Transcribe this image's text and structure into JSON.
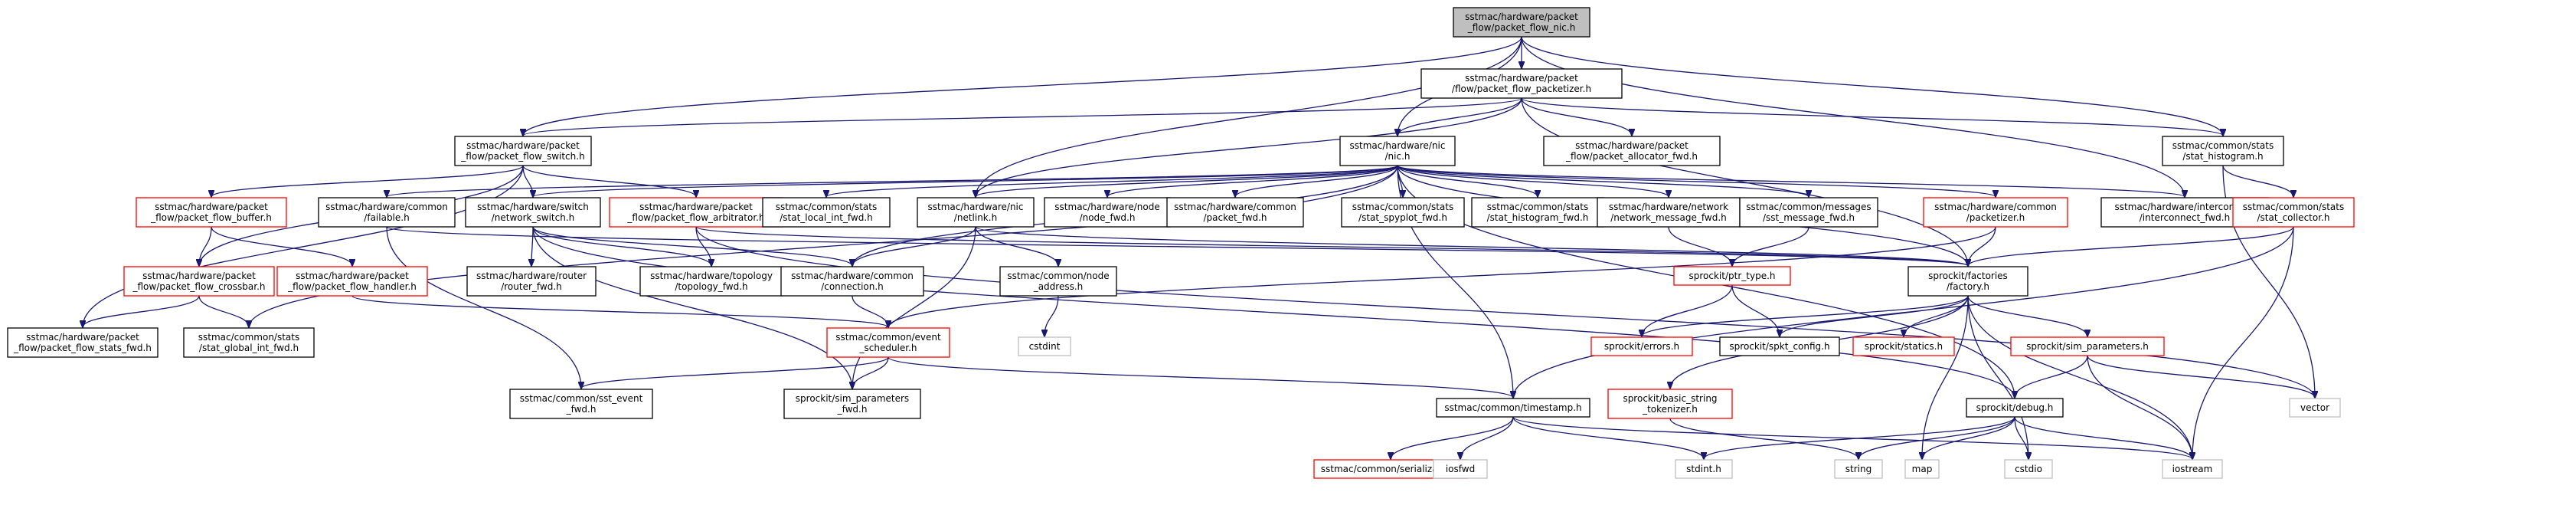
{
  "colors": {
    "edge": "#191970",
    "root_fill": "#bfbfbf",
    "root_border": "#000000",
    "doc_border": "#000000",
    "incomplete_border": "#ff0000",
    "external_border": "#bfbfbf",
    "text": "#000000",
    "background": "#ffffff"
  },
  "nodes": [
    {
      "id": "root",
      "lines": [
        "sstmac/hardware/packet",
        "_flow/packet_flow_nic.h"
      ],
      "kind": "root"
    },
    {
      "id": "pkt",
      "lines": [
        "sstmac/hardware/packet",
        "/flow/packet_flow_packetizer.h"
      ],
      "kind": "doc"
    },
    {
      "id": "sw",
      "lines": [
        "sstmac/hardware/packet",
        "_flow/packet_flow_switch.h"
      ],
      "kind": "doc"
    },
    {
      "id": "nic",
      "lines": [
        "sstmac/hardware/nic",
        "/nic.h"
      ],
      "kind": "doc"
    },
    {
      "id": "alloc",
      "lines": [
        "sstmac/hardware/packet",
        "_flow/packet_allocator_fwd.h"
      ],
      "kind": "doc"
    },
    {
      "id": "hist",
      "lines": [
        "sstmac/common/stats",
        "/stat_histogram.h"
      ],
      "kind": "doc"
    },
    {
      "id": "buf",
      "lines": [
        "sstmac/hardware/packet",
        "_flow/packet_flow_buffer.h"
      ],
      "kind": "incomplete"
    },
    {
      "id": "fail",
      "lines": [
        "sstmac/hardware/common",
        "/failable.h"
      ],
      "kind": "doc"
    },
    {
      "id": "nsw",
      "lines": [
        "sstmac/hardware/switch",
        "/network_switch.h"
      ],
      "kind": "doc"
    },
    {
      "id": "arb",
      "lines": [
        "sstmac/hardware/packet",
        "_flow/packet_flow_arbitrator.h"
      ],
      "kind": "incomplete"
    },
    {
      "id": "sli",
      "lines": [
        "sstmac/common/stats",
        "/stat_local_int_fwd.h"
      ],
      "kind": "doc"
    },
    {
      "id": "netlink",
      "lines": [
        "sstmac/hardware/nic",
        "/netlink.h"
      ],
      "kind": "doc"
    },
    {
      "id": "nodefwd",
      "lines": [
        "sstmac/hardware/node",
        "/node_fwd.h"
      ],
      "kind": "doc"
    },
    {
      "id": "pktfwd",
      "lines": [
        "sstmac/hardware/common",
        "/packet_fwd.h"
      ],
      "kind": "doc"
    },
    {
      "id": "spy",
      "lines": [
        "sstmac/common/stats",
        "/stat_spyplot_fwd.h"
      ],
      "kind": "doc"
    },
    {
      "id": "histfwd",
      "lines": [
        "sstmac/common/stats",
        "/stat_histogram_fwd.h"
      ],
      "kind": "doc"
    },
    {
      "id": "netmsg",
      "lines": [
        "sstmac/hardware/network",
        "/network_message_fwd.h"
      ],
      "kind": "doc"
    },
    {
      "id": "sstmsg",
      "lines": [
        "sstmac/common/messages",
        "/sst_message_fwd.h"
      ],
      "kind": "doc"
    },
    {
      "id": "cpkt",
      "lines": [
        "sstmac/hardware/common",
        "/packetizer.h"
      ],
      "kind": "incomplete"
    },
    {
      "id": "icfwd",
      "lines": [
        "sstmac/hardware/interconnect",
        "/interconnect_fwd.h"
      ],
      "kind": "doc"
    },
    {
      "id": "coll",
      "lines": [
        "sstmac/common/stats",
        "/stat_collector.h"
      ],
      "kind": "incomplete"
    },
    {
      "id": "cross",
      "lines": [
        "sstmac/hardware/packet",
        "_flow/packet_flow_crossbar.h"
      ],
      "kind": "incomplete"
    },
    {
      "id": "handler",
      "lines": [
        "sstmac/hardware/packet",
        "_flow/packet_flow_handler.h"
      ],
      "kind": "incomplete"
    },
    {
      "id": "router",
      "lines": [
        "sstmac/hardware/router",
        "/router_fwd.h"
      ],
      "kind": "doc"
    },
    {
      "id": "topo",
      "lines": [
        "sstmac/hardware/topology",
        "/topology_fwd.h"
      ],
      "kind": "doc"
    },
    {
      "id": "conn",
      "lines": [
        "sstmac/hardware/common",
        "/connection.h"
      ],
      "kind": "doc"
    },
    {
      "id": "addr",
      "lines": [
        "sstmac/common/node",
        "_address.h"
      ],
      "kind": "doc"
    },
    {
      "id": "ptr",
      "lines": [
        "sprockit/ptr_type.h"
      ],
      "kind": "incomplete"
    },
    {
      "id": "fact",
      "lines": [
        "sprockit/factories",
        "/factory.h"
      ],
      "kind": "doc"
    },
    {
      "id": "pstats",
      "lines": [
        "sstmac/hardware/packet",
        "_flow/packet_flow_stats_fwd.h"
      ],
      "kind": "doc"
    },
    {
      "id": "sgi",
      "lines": [
        "sstmac/common/stats",
        "/stat_global_int_fwd.h"
      ],
      "kind": "doc"
    },
    {
      "id": "cstdint",
      "lines": [
        "cstdint"
      ],
      "kind": "external"
    },
    {
      "id": "sched",
      "lines": [
        "sstmac/common/event",
        "_scheduler.h"
      ],
      "kind": "incomplete"
    },
    {
      "id": "errors",
      "lines": [
        "sprockit/errors.h"
      ],
      "kind": "incomplete"
    },
    {
      "id": "spkt",
      "lines": [
        "sprockit/spkt_config.h"
      ],
      "kind": "doc"
    },
    {
      "id": "statics",
      "lines": [
        "sprockit/statics.h"
      ],
      "kind": "incomplete"
    },
    {
      "id": "simp",
      "lines": [
        "sprockit/sim_parameters.h"
      ],
      "kind": "incomplete"
    },
    {
      "id": "sstev",
      "lines": [
        "sstmac/common/sst_event",
        "_fwd.h"
      ],
      "kind": "doc"
    },
    {
      "id": "simpfwd",
      "lines": [
        "sprockit/sim_parameters",
        "_fwd.h"
      ],
      "kind": "doc"
    },
    {
      "id": "ts",
      "lines": [
        "sstmac/common/timestamp.h"
      ],
      "kind": "doc"
    },
    {
      "id": "tok",
      "lines": [
        "sprockit/basic_string",
        "_tokenizer.h"
      ],
      "kind": "incomplete"
    },
    {
      "id": "dbg",
      "lines": [
        "sprockit/debug.h"
      ],
      "kind": "doc"
    },
    {
      "id": "vector",
      "lines": [
        "vector"
      ],
      "kind": "external"
    },
    {
      "id": "ser",
      "lines": [
        "sstmac/common/serializable.h"
      ],
      "kind": "incomplete"
    },
    {
      "id": "iosfwd",
      "lines": [
        "iosfwd"
      ],
      "kind": "external"
    },
    {
      "id": "stdint",
      "lines": [
        "stdint.h"
      ],
      "kind": "external"
    },
    {
      "id": "string",
      "lines": [
        "string"
      ],
      "kind": "external"
    },
    {
      "id": "map",
      "lines": [
        "map"
      ],
      "kind": "external"
    },
    {
      "id": "cstdio",
      "lines": [
        "cstdio"
      ],
      "kind": "external"
    },
    {
      "id": "iostream",
      "lines": [
        "iostream"
      ],
      "kind": "external"
    }
  ],
  "edges": [
    [
      "root",
      "pkt"
    ],
    [
      "root",
      "sw"
    ],
    [
      "root",
      "nic"
    ],
    [
      "root",
      "netlink"
    ],
    [
      "root",
      "hist"
    ],
    [
      "root",
      "icfwd"
    ],
    [
      "pkt",
      "sw"
    ],
    [
      "pkt",
      "nic"
    ],
    [
      "pkt",
      "alloc"
    ],
    [
      "pkt",
      "hist"
    ],
    [
      "pkt",
      "netlink"
    ],
    [
      "pkt",
      "fact"
    ],
    [
      "sw",
      "buf"
    ],
    [
      "sw",
      "nsw"
    ],
    [
      "sw",
      "arb"
    ],
    [
      "sw",
      "cross"
    ],
    [
      "sw",
      "pstats"
    ],
    [
      "nic",
      "fail"
    ],
    [
      "nic",
      "nsw"
    ],
    [
      "nic",
      "sli"
    ],
    [
      "nic",
      "netlink"
    ],
    [
      "nic",
      "nodefwd"
    ],
    [
      "nic",
      "pktfwd"
    ],
    [
      "nic",
      "spy"
    ],
    [
      "nic",
      "histfwd"
    ],
    [
      "nic",
      "netmsg"
    ],
    [
      "nic",
      "sstmsg"
    ],
    [
      "nic",
      "cpkt"
    ],
    [
      "nic",
      "icfwd"
    ],
    [
      "nic",
      "sgi"
    ],
    [
      "nic",
      "conn"
    ],
    [
      "nic",
      "ts"
    ],
    [
      "nic",
      "dbg"
    ],
    [
      "nic",
      "fact"
    ],
    [
      "hist",
      "coll"
    ],
    [
      "hist",
      "vector"
    ],
    [
      "buf",
      "cross"
    ],
    [
      "buf",
      "handler"
    ],
    [
      "fail",
      "sstev"
    ],
    [
      "fail",
      "fact"
    ],
    [
      "nsw",
      "router"
    ],
    [
      "nsw",
      "topo"
    ],
    [
      "nsw",
      "conn"
    ],
    [
      "nsw",
      "simpfwd"
    ],
    [
      "nsw",
      "dbg"
    ],
    [
      "arb",
      "topo"
    ],
    [
      "arb",
      "fact"
    ],
    [
      "arb",
      "vector"
    ],
    [
      "netlink",
      "conn"
    ],
    [
      "netlink",
      "addr"
    ],
    [
      "netlink",
      "simpfwd"
    ],
    [
      "netlink",
      "fact"
    ],
    [
      "netmsg",
      "ptr"
    ],
    [
      "sstmsg",
      "ptr"
    ],
    [
      "cpkt",
      "sched"
    ],
    [
      "cpkt",
      "fact"
    ],
    [
      "coll",
      "fact"
    ],
    [
      "coll",
      "ts"
    ],
    [
      "coll",
      "iostream"
    ],
    [
      "cross",
      "pstats"
    ],
    [
      "cross",
      "sgi"
    ],
    [
      "handler",
      "sched"
    ],
    [
      "conn",
      "sched"
    ],
    [
      "addr",
      "cstdint"
    ],
    [
      "ptr",
      "errors"
    ],
    [
      "ptr",
      "spkt"
    ],
    [
      "fact",
      "errors"
    ],
    [
      "fact",
      "spkt"
    ],
    [
      "fact",
      "statics"
    ],
    [
      "fact",
      "simp"
    ],
    [
      "fact",
      "tok"
    ],
    [
      "fact",
      "map"
    ],
    [
      "fact",
      "cstdio"
    ],
    [
      "fact",
      "iostream"
    ],
    [
      "sched",
      "sstev"
    ],
    [
      "sched",
      "simpfwd"
    ],
    [
      "sched",
      "ts"
    ],
    [
      "simp",
      "dbg"
    ],
    [
      "simp",
      "vector"
    ],
    [
      "simp",
      "iostream"
    ],
    [
      "ts",
      "ser"
    ],
    [
      "ts",
      "iosfwd"
    ],
    [
      "ts",
      "stdint"
    ],
    [
      "ts",
      "iostream"
    ],
    [
      "tok",
      "string"
    ],
    [
      "dbg",
      "stdint"
    ],
    [
      "dbg",
      "string"
    ],
    [
      "dbg",
      "map"
    ],
    [
      "dbg",
      "cstdio"
    ],
    [
      "dbg",
      "iostream"
    ]
  ]
}
